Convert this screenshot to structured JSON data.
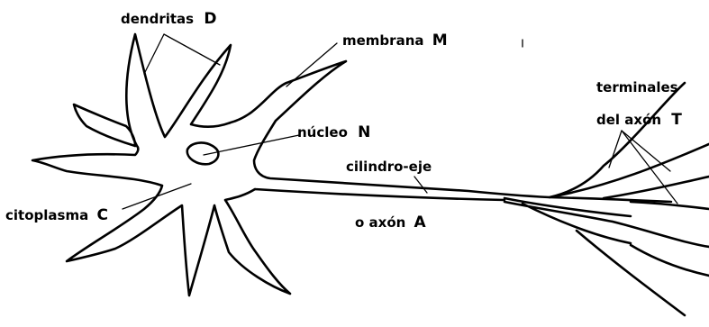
{
  "labels": {
    "dendritas": "dendritas",
    "dendritas_letter": "D",
    "membrana": "membrana",
    "membrana_letter": "M",
    "nucleo": "núcleo",
    "nucleo_letter": "N",
    "citoplasma": "citoplasma",
    "citoplasma_letter": "C",
    "cilindro": "cilindro-eje",
    "axon": "o axón",
    "axon_letter": "A",
    "terminales": "terminales",
    "del_axon": "del axón",
    "terminales_letter": "T"
  }
}
